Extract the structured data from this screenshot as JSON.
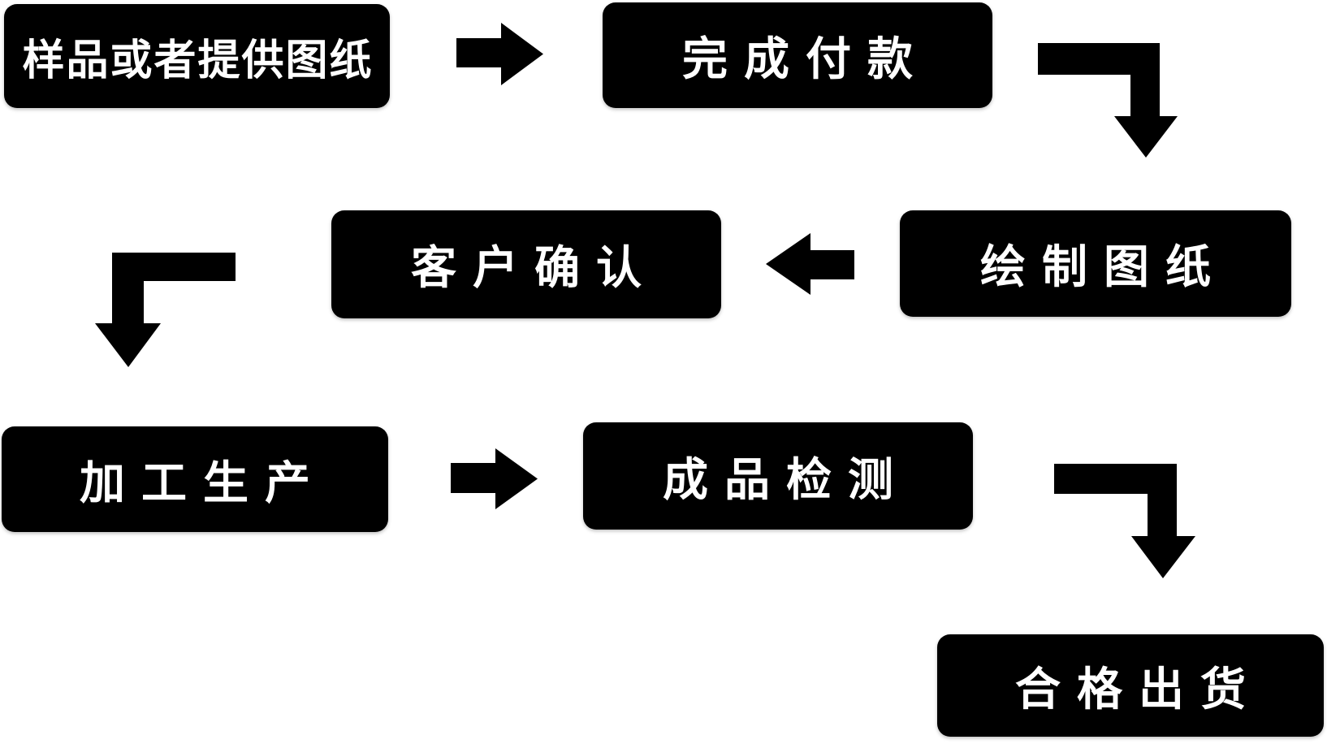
{
  "diagram": {
    "type": "flowchart",
    "background_color": "#ffffff",
    "node_background_color": "#000000",
    "node_text_color": "#ffffff",
    "nodes": [
      {
        "id": "sample",
        "label": "样品或者提供图纸"
      },
      {
        "id": "payment",
        "label": "完成付款"
      },
      {
        "id": "confirm",
        "label": "客户确认"
      },
      {
        "id": "drawing",
        "label": "绘制图纸"
      },
      {
        "id": "production",
        "label": "加工生产"
      },
      {
        "id": "inspection",
        "label": "成品检测"
      },
      {
        "id": "shipment",
        "label": "合格出货"
      }
    ],
    "connectors": [
      {
        "from": "样品或者提供图纸",
        "to": "完成付款",
        "icon": "arrow-right-icon"
      },
      {
        "from": "完成付款",
        "to": "绘制图纸",
        "icon": "arrow-elbow-right-down-icon"
      },
      {
        "from": "绘制图纸",
        "to": "客户确认",
        "icon": "arrow-left-icon"
      },
      {
        "from": "客户确认",
        "to": "加工生产",
        "icon": "arrow-elbow-left-down-icon"
      },
      {
        "from": "加工生产",
        "to": "成品检测",
        "icon": "arrow-right-icon"
      },
      {
        "from": "成品检测",
        "to": "合格出货",
        "icon": "arrow-elbow-right-down-icon"
      }
    ]
  }
}
